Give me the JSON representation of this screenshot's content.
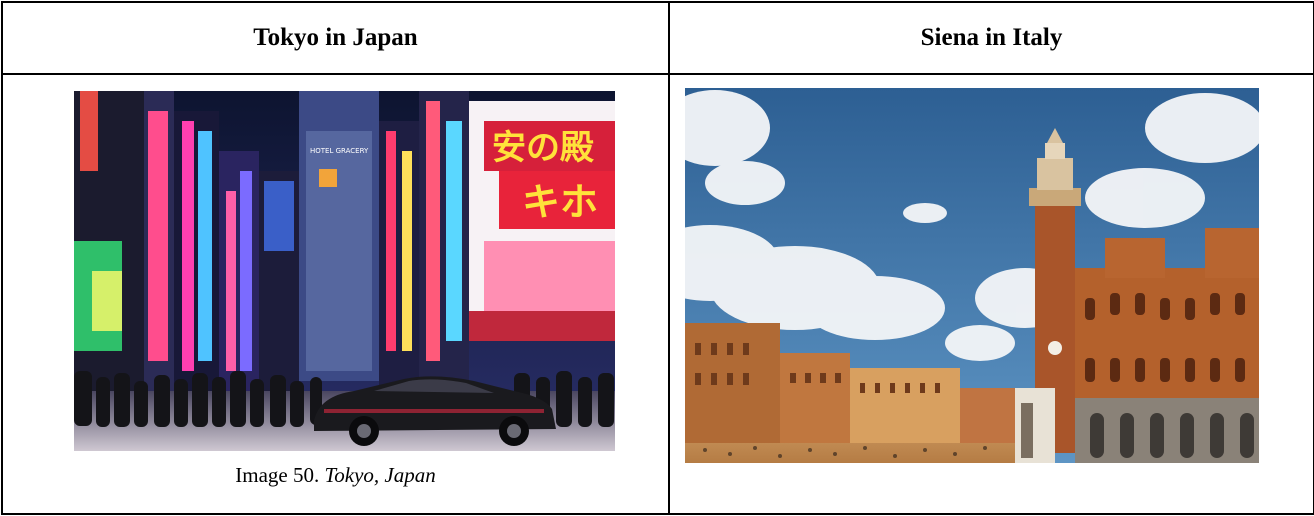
{
  "table": {
    "headers": [
      "Tokyo in Japan",
      "Siena in Italy"
    ]
  },
  "tokyo": {
    "photo_icon": "tokyo-night-street-photo",
    "sign_text": "安の殿",
    "sign_text_2": "キホ",
    "hotel_sign": "HOTEL GRACERY",
    "caption_prefix": "Image 50.",
    "caption_italic": "Tokyo, Japan"
  },
  "siena": {
    "photo_icon": "siena-piazza-photo"
  },
  "colors": {
    "border": "#000000",
    "sky": "#3f7fb6",
    "brick": "#b4612c"
  }
}
